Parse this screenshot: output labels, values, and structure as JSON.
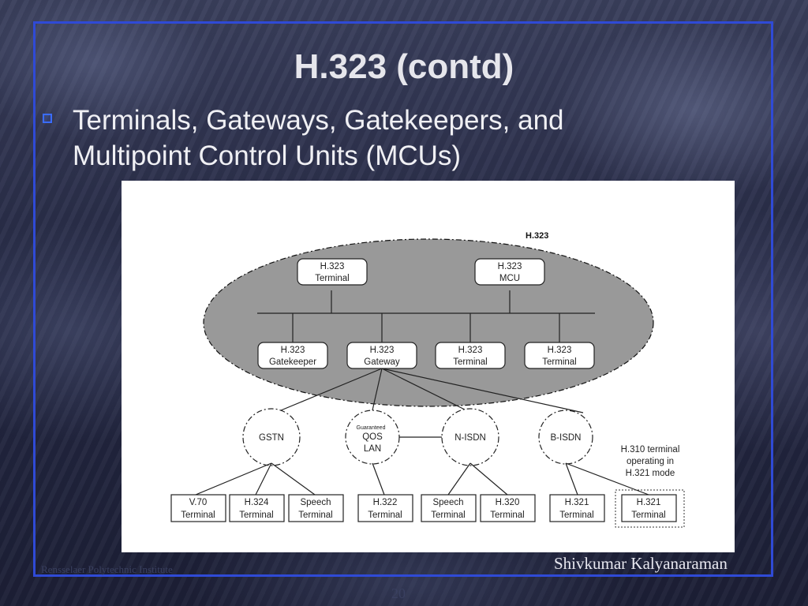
{
  "slide": {
    "title": "H.323 (contd)",
    "bullet": "Terminals, Gateways, Gatekeepers, and Multipoint Control Units (MCUs)",
    "footer_left": "Rensselaer Polytechnic Institute",
    "footer_right": "Shivkumar Kalyanaraman",
    "page_number": "20"
  },
  "diagram": {
    "zone_label": "H.323",
    "top_nodes": [
      {
        "line1": "H.323",
        "line2": "Terminal"
      },
      {
        "line1": "H.323",
        "line2": "MCU"
      }
    ],
    "mid_nodes": [
      {
        "line1": "H.323",
        "line2": "Gatekeeper"
      },
      {
        "line1": "H.323",
        "line2": "Gateway"
      },
      {
        "line1": "H.323",
        "line2": "Terminal"
      },
      {
        "line1": "H.323",
        "line2": "Terminal"
      }
    ],
    "networks": [
      {
        "label": "GSTN"
      },
      {
        "sublabel": "Guaranteed",
        "line1": "QOS",
        "line2": "LAN"
      },
      {
        "label": "N-ISDN"
      },
      {
        "label": "B-ISDN"
      }
    ],
    "terminals": [
      {
        "line1": "V.70",
        "line2": "Terminal"
      },
      {
        "line1": "H.324",
        "line2": "Terminal"
      },
      {
        "line1": "Speech",
        "line2": "Terminal"
      },
      {
        "line1": "H.322",
        "line2": "Terminal"
      },
      {
        "line1": "Speech",
        "line2": "Terminal"
      },
      {
        "line1": "H.320",
        "line2": "Terminal"
      },
      {
        "line1": "H.321",
        "line2": "Terminal"
      },
      {
        "line1": "H.321",
        "line2": "Terminal"
      }
    ],
    "note": {
      "line1": "H.310 terminal",
      "line2": "operating in",
      "line3": "H.321 mode"
    }
  }
}
